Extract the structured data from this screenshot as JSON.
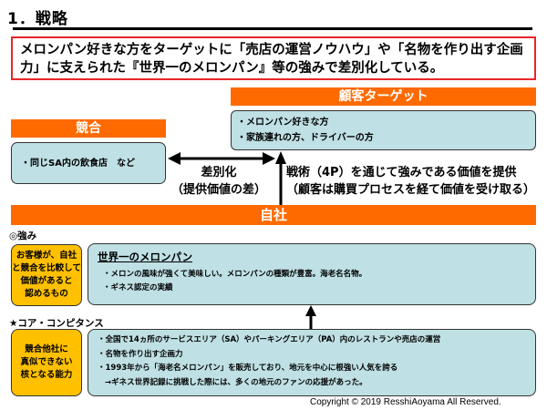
{
  "page": {
    "title": "1．戦略",
    "summary_line1": "メロンパン好きな方をターゲットに「売店の運営ノウハウ」や「名物を作り出す企画",
    "summary_line2": "力」に支えられた『世界一のメロンパン』等の強みで差別化している。",
    "copyright": "Copyright © 2019 ResshiAoyama All  Reserved."
  },
  "target": {
    "heading": "顧客ターゲット",
    "items": [
      "・メロンパン好きな方",
      "・家族連れの方、ドライバーの方"
    ]
  },
  "competition": {
    "heading": "競合",
    "items": [
      "・同じSA内の飲食店　など"
    ]
  },
  "differentiation": {
    "line1": "差別化",
    "line2": "（提供価値の差）"
  },
  "strategy": {
    "line1": "戦術（4P）を通じて強みである価値を提供",
    "line2": "（顧客は購買プロセスを経て価値を受け取る）"
  },
  "self": {
    "heading": "自社",
    "strength": {
      "label": "◎強み",
      "definition": [
        "お客様が、自社",
        "と競合を比較して",
        "価値があると",
        "認めるもの"
      ],
      "heading": "世界一のメロンパン",
      "items": [
        "・メロンの風味が強くて美味しい。メロンパンの種類が豊富。海老名名物。",
        "・ギネス認定の実績"
      ]
    },
    "core": {
      "label": "★コア・コンピタンス",
      "definition": [
        "競合他社に",
        "真似できない",
        "核となる能力"
      ],
      "items": [
        "・全国で14ヵ所のサービスエリア（SA）やパーキングエリア（PA）内のレストランや売店の運営",
        "・名物を作り出す企画力",
        "・1993年から「海老名メロンパン」を販売しており、地元を中心に根強い人気を誇る",
        "→ギネス世界記録に挑戦した際には、多くの地元のファンの応援があった。"
      ]
    }
  },
  "colors": {
    "orange": "#ff6a00",
    "light_blue": "#bfe0e4",
    "yellow": "#ffc000",
    "red_border": "#e8262a"
  }
}
